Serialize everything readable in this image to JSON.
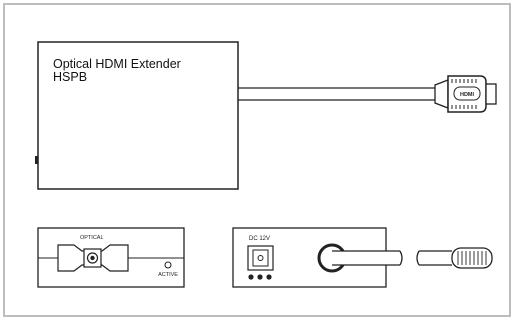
{
  "product": {
    "title_line1": "Optical HDMI Extender",
    "title_line2": "HSPB"
  },
  "labels": {
    "optical": "OPTICAL",
    "active": "ACTIVE",
    "dc": "DC 12V",
    "hdmi_logo": "HDMI"
  }
}
